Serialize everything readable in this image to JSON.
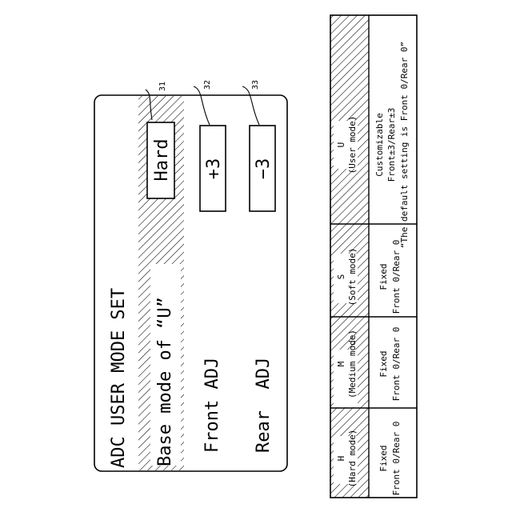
{
  "screen": {
    "title": "ADC USER MODE SET",
    "base_mode_label": "Base mode of “U”",
    "base_mode_value": "Hard",
    "front_label": "Front ADJ",
    "front_value": "+3",
    "rear_label": "Rear  ADJ",
    "rear_value": "−3",
    "callouts": [
      "31",
      "32",
      "33"
    ]
  },
  "mode_table": {
    "columns": [
      {
        "letter": "H",
        "name": "(Hard mode)",
        "desc": [
          "Fixed",
          "Front 0/Rear 0"
        ]
      },
      {
        "letter": "M",
        "name": "(Medium mode)",
        "desc": [
          "Fixed",
          "Front 0/Rear 0"
        ]
      },
      {
        "letter": "S",
        "name": "(Soft mode)",
        "desc": [
          "Fixed",
          "Front 0/Rear 0"
        ]
      },
      {
        "letter": "U",
        "name": "(User mode)",
        "desc": [
          "Customizable",
          "Front±3/Rear±3",
          "“The default setting is Front 0/Rear 0”"
        ]
      }
    ]
  }
}
